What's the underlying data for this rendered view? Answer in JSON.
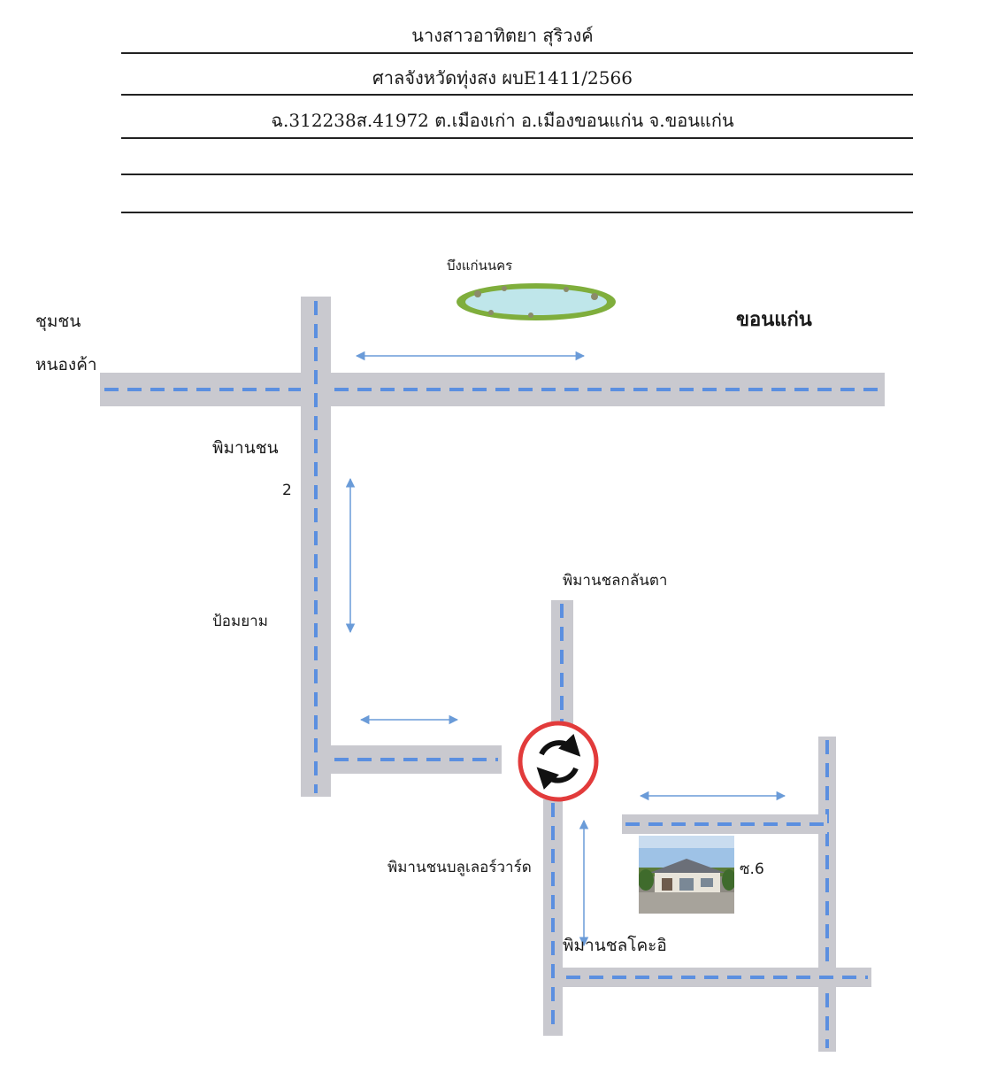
{
  "header": {
    "line1": "นางสาวอาทิตยา สุริวงค์",
    "line2": "ศาลจังหวัดทุ่งสง ผบE1411/2566",
    "line3": "ฉ.312238ส.41972 ต.เมืองเก่า อ.เมืองขอนแก่น จ.ขอนแก่น"
  },
  "map": {
    "labels": {
      "lake": "บึงแก่นนคร",
      "khonkaen": "ขอนแก่น",
      "community_1": "ชุมชน",
      "community_2": "หนองค้า",
      "phiman_chon": "พิมานชน",
      "number_2": "2",
      "pom_yam": "ป้อมยาม",
      "phiman_chon_klantha": "พิมานชลกลันตา",
      "phiman_boulevard": "พิมานชนบลูเลอร์วาร์ด",
      "soi_6": "ซ.6",
      "phiman_chol_khoi": "พิมานชลโคะอิ"
    },
    "colors": {
      "road": "#c9c9cf",
      "road_dash": "#5b8fe0",
      "arrow": "#6a9bd8",
      "roundabout_ring": "#e23b3b",
      "lake_water": "#bfe6ea",
      "lake_shore": "#7fae3c"
    }
  }
}
